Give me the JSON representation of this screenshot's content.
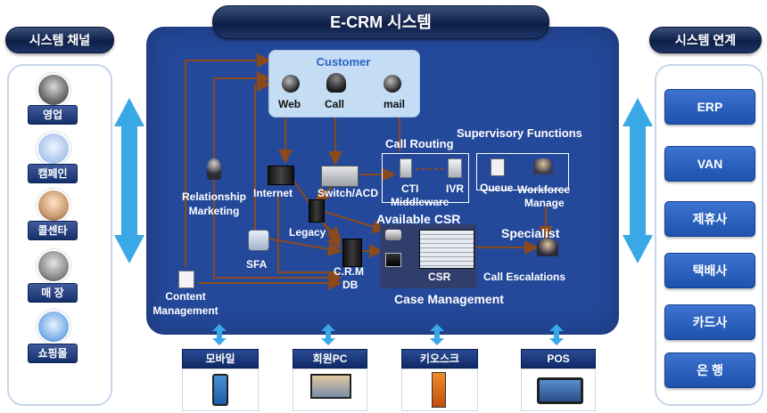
{
  "title": "E-CRM 시스템",
  "channels": {
    "header": "시스템 채널",
    "items": [
      {
        "label": "영업",
        "icon": "sales-person-icon"
      },
      {
        "label": "캠페인",
        "icon": "campaign-document-icon"
      },
      {
        "label": "콜센타",
        "icon": "call-center-agent-icon"
      },
      {
        "label": "매  장",
        "icon": "store-icon"
      },
      {
        "label": "쇼핑몰",
        "icon": "online-mall-icon"
      }
    ]
  },
  "integration": {
    "header": "시스템 연계",
    "items": [
      {
        "label": "ERP"
      },
      {
        "label": "VAN"
      },
      {
        "label": "제휴사"
      },
      {
        "label": "택배사"
      },
      {
        "label": "카드사"
      },
      {
        "label": "은  행"
      }
    ]
  },
  "diagram": {
    "customer": {
      "title": "Customer",
      "web": "Web",
      "call": "Call",
      "mail": "mail"
    },
    "call_routing": {
      "title": "Call Routing",
      "cti": "CTI",
      "ivr": "IVR",
      "middleware": "Middleware"
    },
    "supervisory": {
      "title": "Supervisory Functions",
      "queue": "Queue",
      "workforce": "Workforce",
      "manage": "Manage"
    },
    "relationship_marketing": {
      "line1": "Relationship",
      "line2": "Marketing"
    },
    "internet": "Internet",
    "switch": "Switch/ACD",
    "legacy": "Legacy",
    "sfa": "SFA",
    "crm_db": {
      "line1": "C.R.M",
      "line2": "DB"
    },
    "available_csr": "Available CSR",
    "csr": "CSR",
    "specialist": "Specialist",
    "call_escalations": "Call Escalations",
    "case_management": "Case Management",
    "content_management": {
      "line1": "Content",
      "line2": "Management"
    }
  },
  "devices": [
    {
      "label": "모바일",
      "icon": "mobile-phone-icon"
    },
    {
      "label": "회원PC",
      "icon": "desktop-pc-icon"
    },
    {
      "label": "키오스크",
      "icon": "kiosk-icon"
    },
    {
      "label": "POS",
      "icon": "pos-terminal-icon"
    }
  ],
  "colors": {
    "main_bg": "#24489a",
    "arrow": "#8a4a1c",
    "button": "#2a63c2",
    "cyan_arrow": "#3aa8e6"
  }
}
